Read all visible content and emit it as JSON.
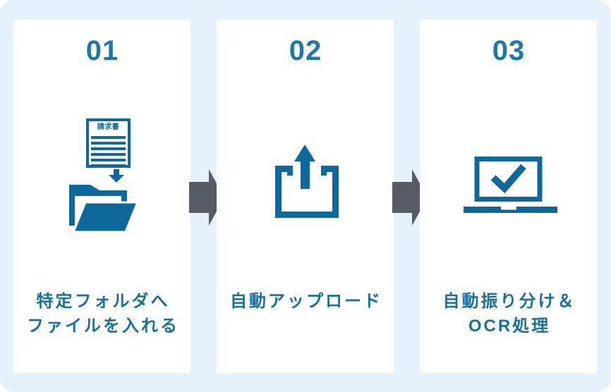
{
  "colors": {
    "background": "#E5F1FB",
    "card": "#FFFFFF",
    "icon_blue": "#0F689B",
    "number_blue": "#1E77A7",
    "label_blue": "#19709F",
    "arrow_gray": "#565B66"
  },
  "steps": [
    {
      "number": "01",
      "icon": "document-into-folder",
      "document_label": "請求書",
      "label_lines": [
        "特定フォルダへ",
        "ファイルを入れる"
      ]
    },
    {
      "number": "02",
      "icon": "upload",
      "label_lines": [
        "自動アップロード"
      ]
    },
    {
      "number": "03",
      "icon": "laptop-check",
      "label_lines": [
        "自動振り分け＆",
        "OCR処理"
      ]
    }
  ]
}
